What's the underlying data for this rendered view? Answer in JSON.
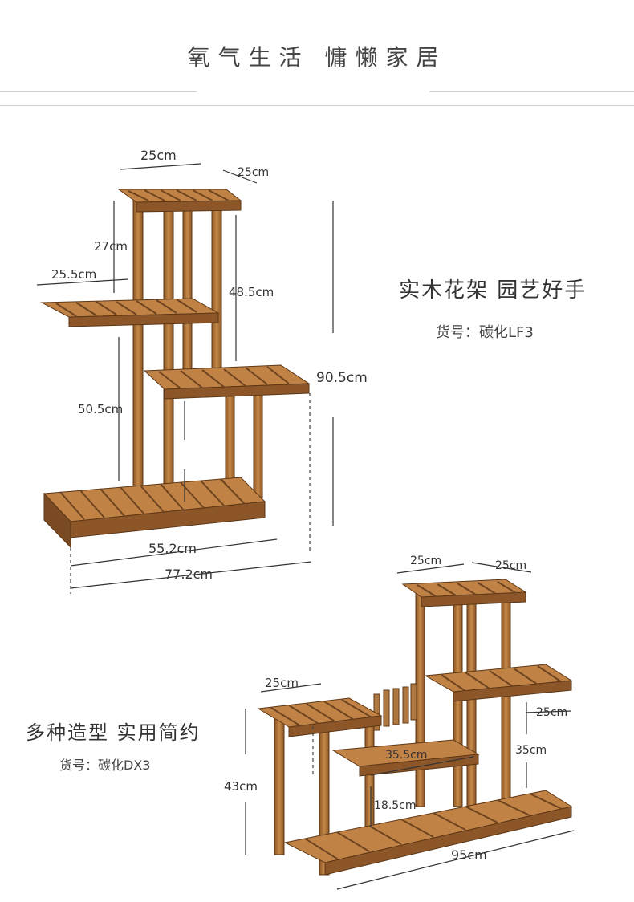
{
  "header": {
    "title": "氧气生活  慵懒家居"
  },
  "product1": {
    "title": "实木花架 园艺好手",
    "sku_label": "货号：",
    "sku_value": "碳化LF3",
    "dims": {
      "top_width": "25cm",
      "top_depth": "25cm",
      "gap_top": "27cm",
      "side_shelf": "25.5cm",
      "mid_gap": "48.5cm",
      "total_height": "90.5cm",
      "lower_gap": "50.5cm",
      "base_width": "55.2cm",
      "total_width": "77.2cm"
    }
  },
  "product2": {
    "title": "多种造型 实用简约",
    "sku_label": "货号：",
    "sku_value": "碳化DX3",
    "dims": {
      "top_w1": "25cm",
      "top_w2": "25cm",
      "left_shelf": "25cm",
      "right_shelf": "25cm",
      "mid_shelf": "35.5cm",
      "right_gap": "35cm",
      "left_height": "43cm",
      "low_gap": "18.5cm",
      "total_width": "95cm"
    }
  },
  "colors": {
    "wood": "#b47a3a",
    "wood_dark": "#6e4420",
    "line": "#333333"
  }
}
